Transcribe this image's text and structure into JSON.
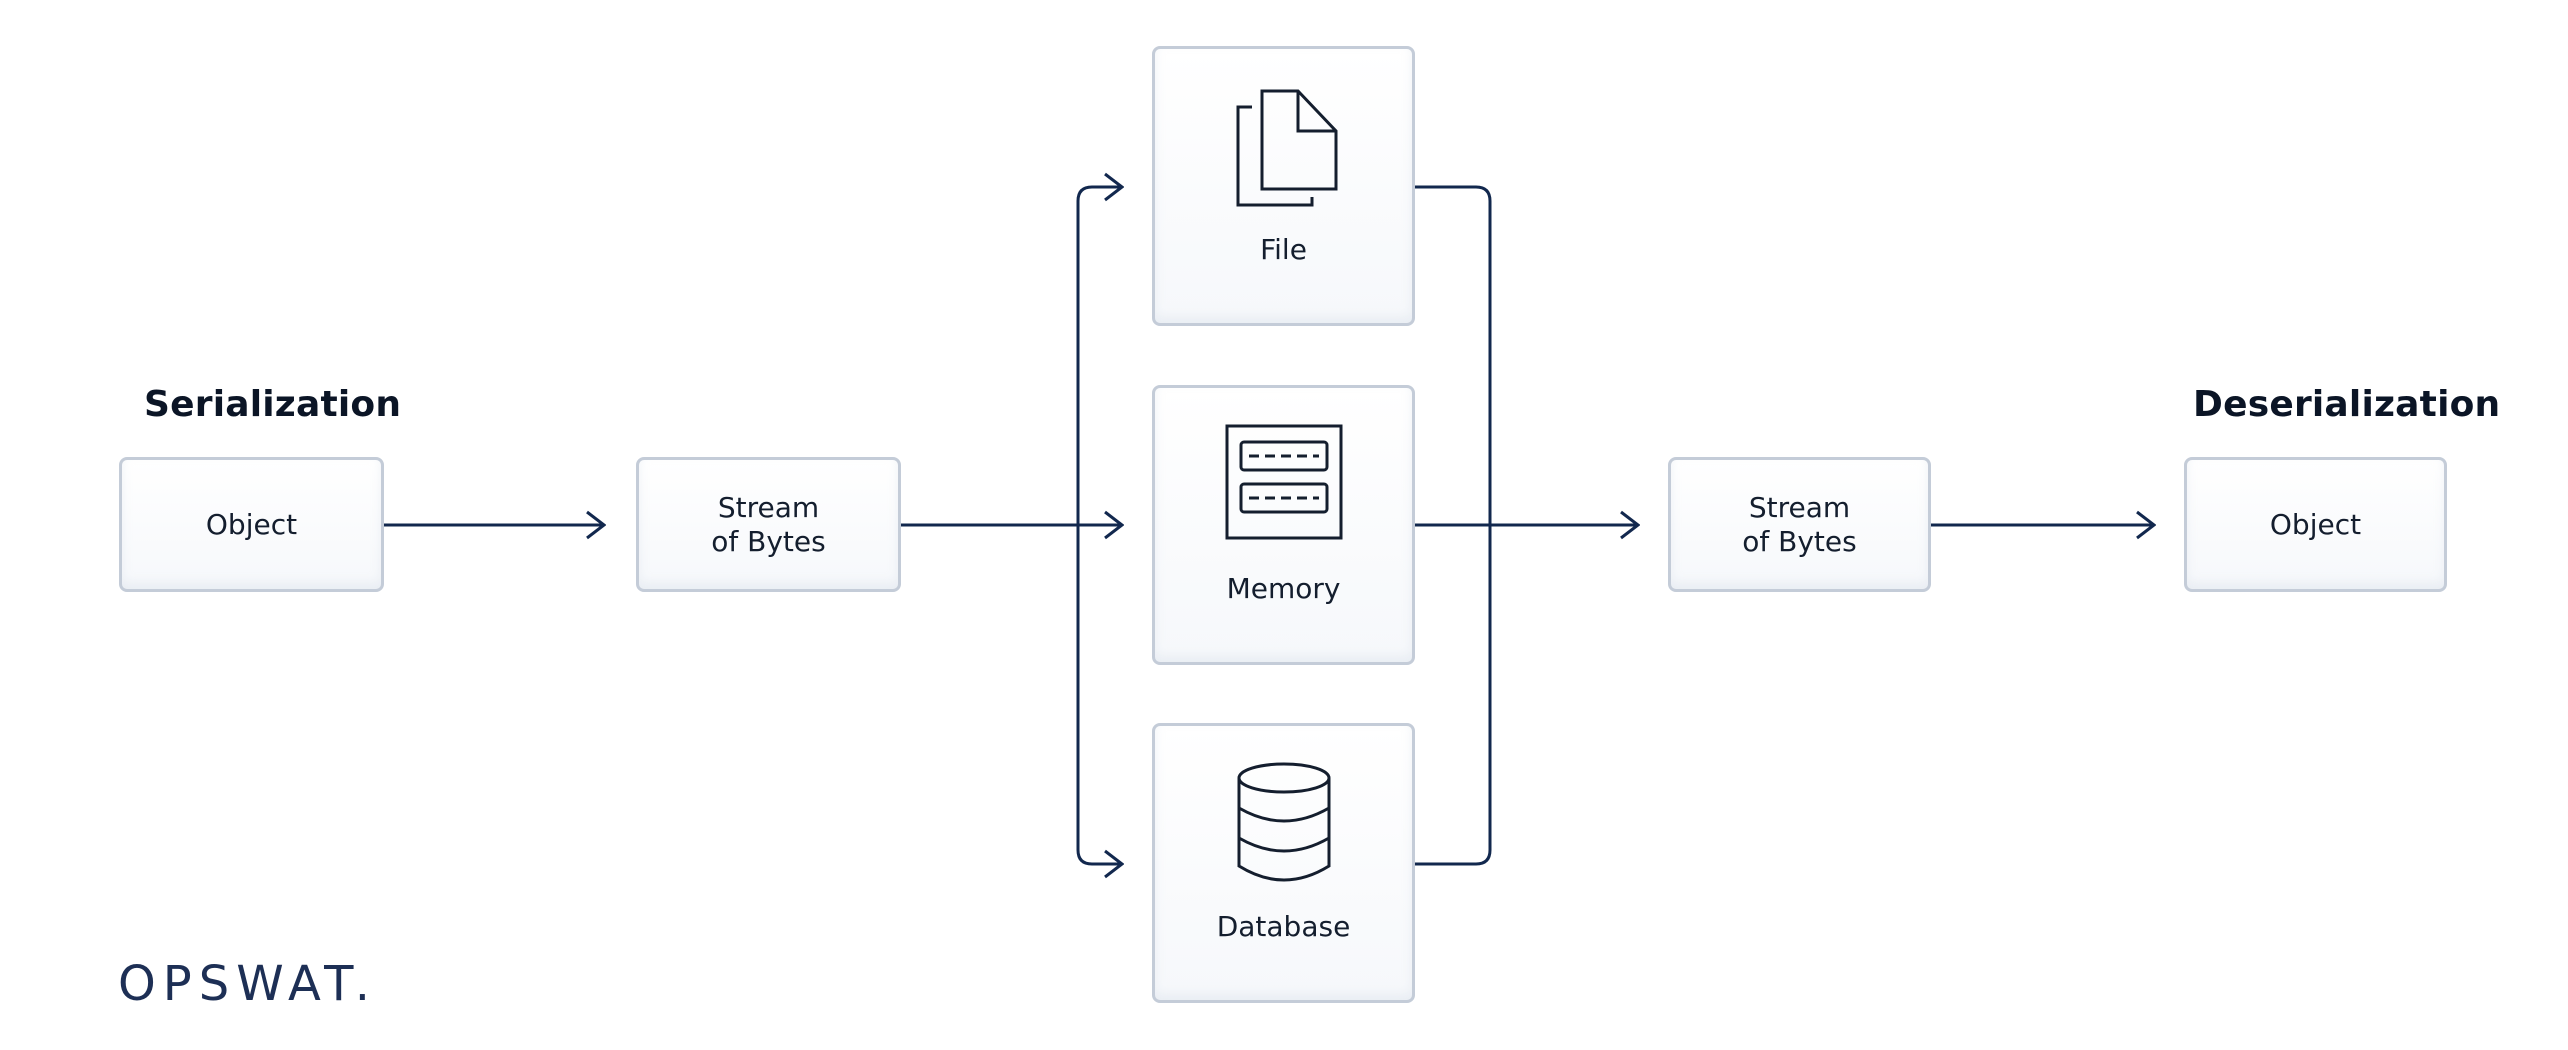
{
  "headings": {
    "left": "Serialization",
    "right": "Deserialization"
  },
  "nodes": {
    "object_left": "Object",
    "stream_left": "Stream\nof Bytes",
    "file": "File",
    "memory": "Memory",
    "database": "Database",
    "stream_right": "Stream\nof Bytes",
    "object_right": "Object"
  },
  "icons": {
    "file": "file-icon",
    "memory": "memory-icon",
    "database": "database-icon"
  },
  "logo": "OPSWAT.",
  "colors": {
    "line": "#12284e",
    "box_border": "#c4ccd8",
    "text": "#141e2e"
  }
}
